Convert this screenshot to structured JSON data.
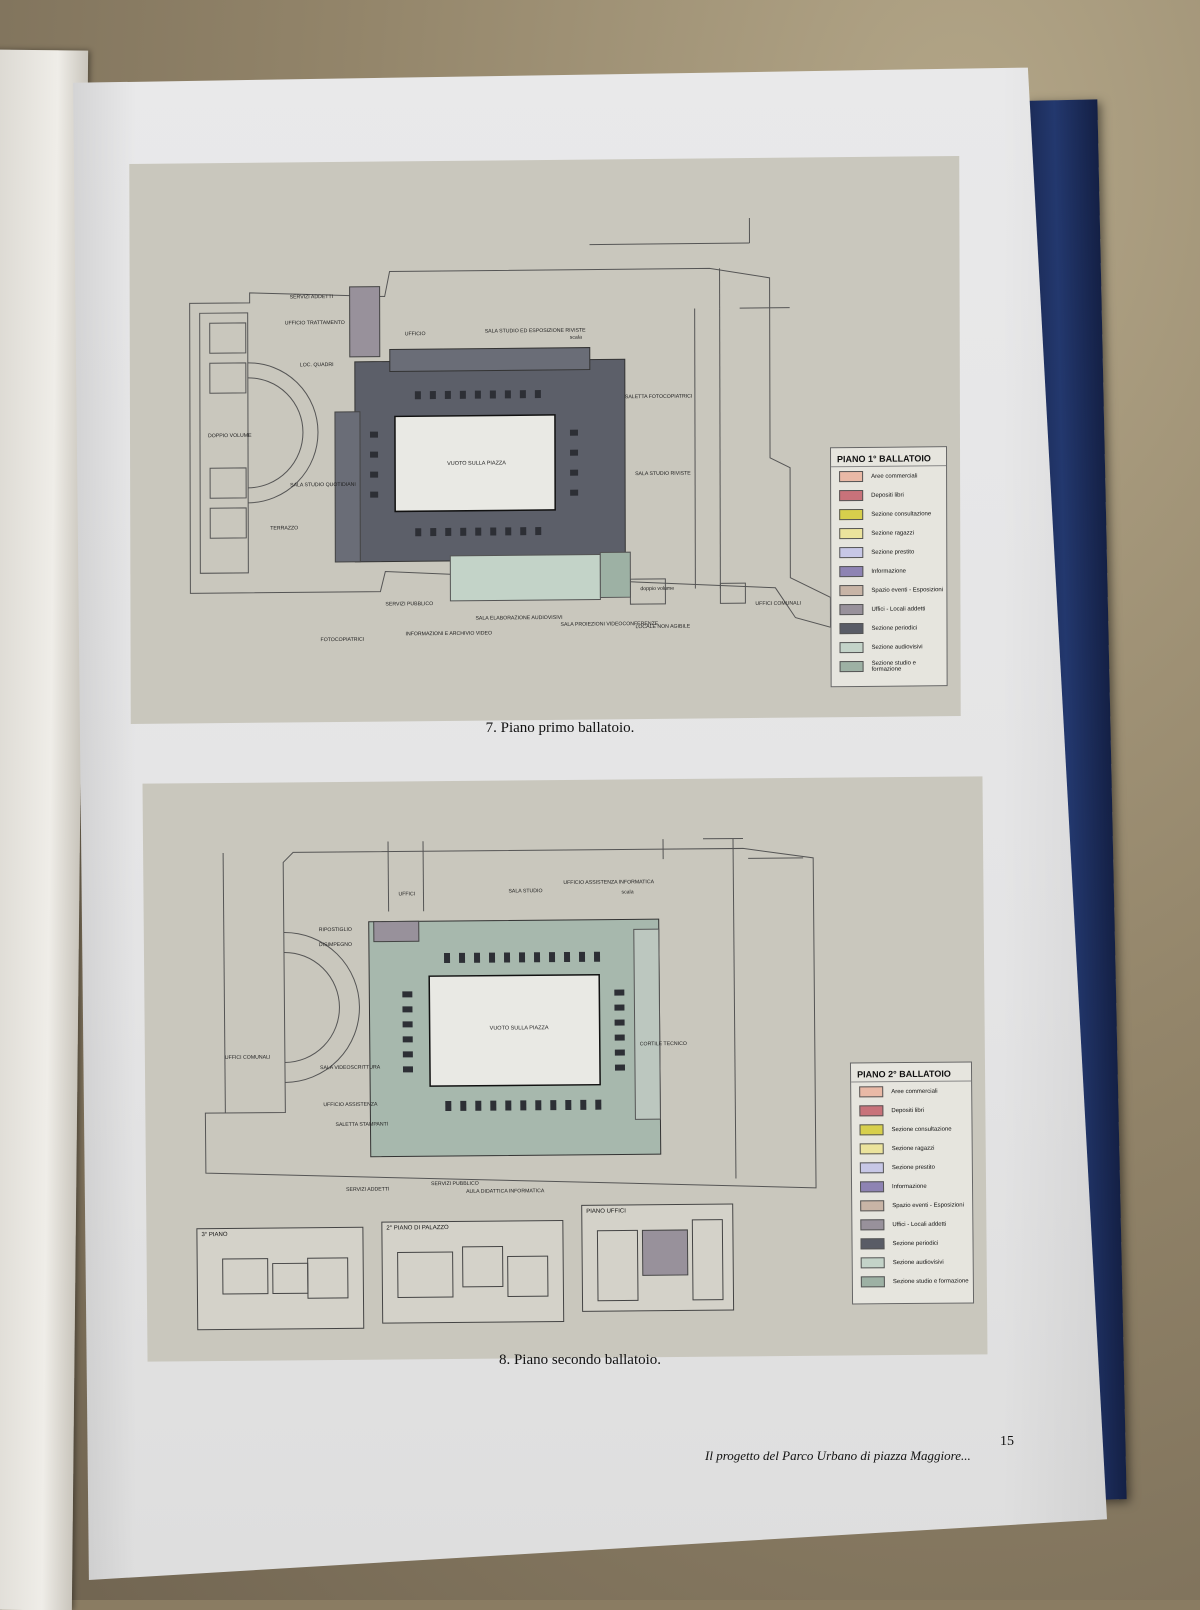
{
  "figures": [
    {
      "caption": "7. Piano primo ballatoio.",
      "legend_title": "PIANO 1° BALLATOIO",
      "center_label": "VUOTO SULLA PIAZZA",
      "plan_labels": [
        "SERVIZI ADDETTI",
        "UFFICIO TRATTAMENTO",
        "UFFICIO",
        "SALA STUDIO ED ESPOSIZIONE RIVISTE",
        "scala",
        "SALETTA FOTOCOPIATRICI",
        "SALA STUDIO RIVISTE",
        "LOC. QUADRI",
        "SALA STUDIO QUOTIDIANI",
        "TERRAZZO",
        "DOPPIO VOLUME",
        "SERVIZI PUBBLICO",
        "INFORMAZIONI E ARCHIVIO VIDEO",
        "SALA ELABORAZIONE AUDIOVISIVI",
        "SALA PROIEZIONI VIDEOCONFERENZE",
        "LOCALE NON AGIBILE",
        "UFFICI COMUNALI",
        "FOTOCOPIATRICI",
        "doppio volume"
      ]
    },
    {
      "caption": "8. Piano secondo ballatoio.",
      "legend_title": "PIANO 2° BALLATOIO",
      "center_label": "VUOTO SULLA PIAZZA",
      "plan_labels": [
        "UFFICI",
        "SALA STUDIO",
        "UFFICIO ASSISTENZA INFORMATICA",
        "scala",
        "RIPOSTIGLIO",
        "DISIMPEGNO",
        "UFFICI COMUNALI",
        "SALA VIDEOSCRITTURA",
        "UFFICIO ASSISTENZA",
        "SALETTA STAMPANTI",
        "CORTILE TECNICO",
        "SERVIZI ADDETTI",
        "SERVIZI PUBBLICO",
        "AULA DIDATTICA INFORMATICA"
      ],
      "insets": [
        "3° PIANO",
        "2° PIANO DI PALAZZO",
        "PIANO UFFICI"
      ]
    }
  ],
  "legend_items": [
    {
      "label": "Aree commerciali",
      "color": "#e9b9a6"
    },
    {
      "label": "Depositi libri",
      "color": "#c8727a"
    },
    {
      "label": "Sezione consultazione",
      "color": "#d7cf4c"
    },
    {
      "label": "Sezione ragazzi",
      "color": "#ebe39c"
    },
    {
      "label": "Sezione prestito",
      "color": "#c7c7e6"
    },
    {
      "label": "Informazione",
      "color": "#8e83b3"
    },
    {
      "label": "Spazio eventi - Esposizioni",
      "color": "#c8b4a6"
    },
    {
      "label": "Uffici - Locali addetti",
      "color": "#98919b"
    },
    {
      "label": "Sezione periodici",
      "color": "#595c66"
    },
    {
      "label": "Sezione audiovisivi",
      "color": "#c3d3c8"
    },
    {
      "label": "Sezione studio e formazione",
      "color": "#9db1a4"
    }
  ],
  "footer": {
    "running_title": "Il progetto del Parco Urbano di piazza Maggiore...",
    "page_number": "15"
  }
}
